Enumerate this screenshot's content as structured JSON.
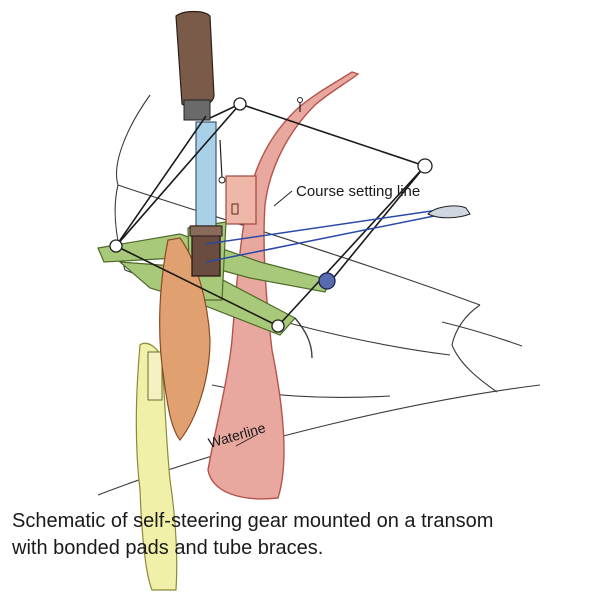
{
  "diagram": {
    "labels": {
      "course_setting_line": "Course setting line",
      "waterline": "Waterline"
    },
    "caption_line1": "Schematic of self-steering gear mounted on a transom",
    "caption_line2": "with bonded pads and tube braces.",
    "colors": {
      "tiller_handle": "#7a5a48",
      "shaft": "#a8d0e6",
      "frame": "#a9c97a",
      "rudder": "#e8a8a0",
      "vane": "#e0a070",
      "pendulum": "#f1f0a8",
      "course_line": "#2a4aa8"
    }
  }
}
